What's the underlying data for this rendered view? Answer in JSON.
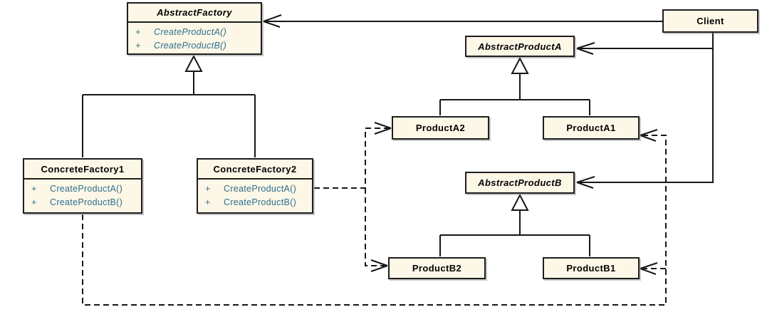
{
  "diagram": {
    "kind": "uml-class-diagram",
    "pattern": "Abstract Factory"
  },
  "colors": {
    "box_fill": "#FCF7E6",
    "box_border": "#1E1E1E",
    "line": "#161616",
    "title_text": "#000000",
    "method_text": "#2E6E8F",
    "background": "#FFFFFF"
  },
  "classes": {
    "abstract_factory": {
      "name": "AbstractFactory",
      "abstract": true,
      "methods": [
        {
          "visibility": "+",
          "signature": "CreateProductA()"
        },
        {
          "visibility": "+",
          "signature": "CreateProductB()"
        }
      ]
    },
    "concrete_factory1": {
      "name": "ConcreteFactory1",
      "abstract": false,
      "methods": [
        {
          "visibility": "+",
          "signature": "CreateProductA()"
        },
        {
          "visibility": "+",
          "signature": "CreateProductB()"
        }
      ]
    },
    "concrete_factory2": {
      "name": "ConcreteFactory2",
      "abstract": false,
      "methods": [
        {
          "visibility": "+",
          "signature": "CreateProductA()"
        },
        {
          "visibility": "+",
          "signature": "CreateProductB()"
        }
      ]
    },
    "client": {
      "name": "Client",
      "abstract": false
    },
    "abstract_product_a": {
      "name": "AbstractProductA",
      "abstract": true
    },
    "product_a2": {
      "name": "ProductA2",
      "abstract": false
    },
    "product_a1": {
      "name": "ProductA1",
      "abstract": false
    },
    "abstract_product_b": {
      "name": "AbstractProductB",
      "abstract": true
    },
    "product_b2": {
      "name": "ProductB2",
      "abstract": false
    },
    "product_b1": {
      "name": "ProductB1",
      "abstract": false
    }
  },
  "relationships": [
    {
      "from": "Client",
      "to": "AbstractFactory",
      "type": "association",
      "line": "solid",
      "arrow": "open"
    },
    {
      "from": "Client",
      "to": "AbstractProductA",
      "type": "association",
      "line": "solid",
      "arrow": "open"
    },
    {
      "from": "Client",
      "to": "AbstractProductB",
      "type": "association",
      "line": "solid",
      "arrow": "open"
    },
    {
      "from": "ConcreteFactory1",
      "to": "AbstractFactory",
      "type": "generalization",
      "line": "solid",
      "arrow": "hollow-triangle"
    },
    {
      "from": "ConcreteFactory2",
      "to": "AbstractFactory",
      "type": "generalization",
      "line": "solid",
      "arrow": "hollow-triangle"
    },
    {
      "from": "ProductA2",
      "to": "AbstractProductA",
      "type": "generalization",
      "line": "solid",
      "arrow": "hollow-triangle"
    },
    {
      "from": "ProductA1",
      "to": "AbstractProductA",
      "type": "generalization",
      "line": "solid",
      "arrow": "hollow-triangle"
    },
    {
      "from": "ProductB2",
      "to": "AbstractProductB",
      "type": "generalization",
      "line": "solid",
      "arrow": "hollow-triangle"
    },
    {
      "from": "ProductB1",
      "to": "AbstractProductB",
      "type": "generalization",
      "line": "solid",
      "arrow": "hollow-triangle"
    },
    {
      "from": "ConcreteFactory2",
      "to": "ProductA2",
      "type": "dependency",
      "line": "dashed",
      "arrow": "open"
    },
    {
      "from": "ConcreteFactory2",
      "to": "ProductB2",
      "type": "dependency",
      "line": "dashed",
      "arrow": "open"
    },
    {
      "from": "ConcreteFactory1",
      "to": "ProductA1",
      "type": "dependency",
      "line": "dashed",
      "arrow": "open"
    },
    {
      "from": "ConcreteFactory1",
      "to": "ProductB1",
      "type": "dependency",
      "line": "dashed",
      "arrow": "open"
    }
  ]
}
